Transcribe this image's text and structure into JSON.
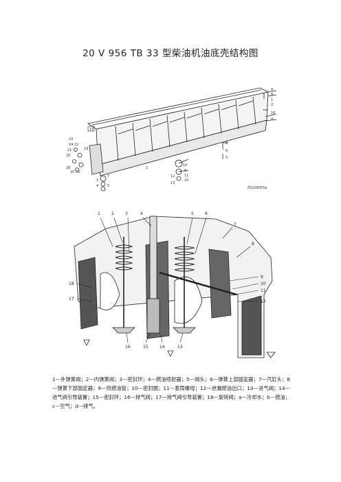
{
  "page": {
    "title": "20 V 956 TB 33 型柴油机油底壳结构图",
    "figure1": {
      "ref_code": "ES109055a",
      "callouts_right": [
        "8",
        "8",
        "1",
        "2",
        "16",
        "4",
        "8",
        "8",
        "5"
      ],
      "callouts_left": [
        "15",
        "23",
        "24",
        "22",
        "21",
        "20",
        "19",
        "26",
        "25",
        "20"
      ],
      "callouts_bottom": [
        "3",
        "4",
        "5",
        "7",
        "1",
        "14",
        "9",
        "11",
        "10",
        "12",
        "13"
      ]
    },
    "figure2": {
      "callouts_top": [
        "1",
        "2",
        "3",
        "4",
        "5",
        "6"
      ],
      "callouts_right": [
        "7",
        "8",
        "9",
        "10",
        "11",
        "12"
      ],
      "callouts_left": [
        "18",
        "17"
      ],
      "callouts_bottom": [
        "16",
        "15",
        "14",
        "13"
      ]
    },
    "caption": "1—外弹簧阀；2—内弹簧阀；3—密封环；4—燃油喷射器；5—阀头；6—弹簧上部固定器；7—汽缸头；8—弹簧下部固定器；9—供燃油管；10—密封圈；11—套筒螺母；12—泄漏燃油出口；13—进气阀；14—进气阀引导装置；15—密封环；16—排气阀；17—排气阀引导装置；18—旋转阀；a—冷却水；b—燃油；c—空气；d—排气。"
  }
}
